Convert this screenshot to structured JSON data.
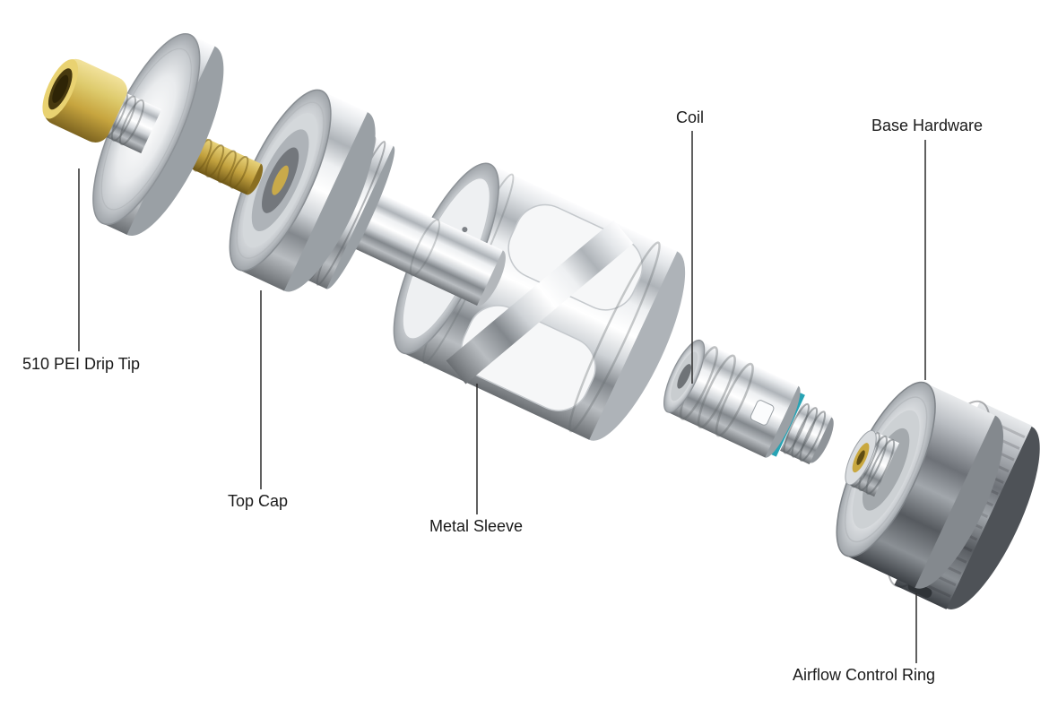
{
  "diagram": {
    "type": "exploded-view",
    "background": "#ffffff",
    "labels": [
      {
        "id": "drip-tip",
        "text": "510 PEI Drip Tip"
      },
      {
        "id": "top-cap",
        "text": "Top Cap"
      },
      {
        "id": "metal-sleeve",
        "text": "Metal Sleeve"
      },
      {
        "id": "coil",
        "text": "Coil"
      },
      {
        "id": "base-hardware",
        "text": "Base Hardware"
      },
      {
        "id": "airflow-control-ring",
        "text": "Airflow Control Ring"
      }
    ],
    "colors": {
      "label_text": "#1a1a1a",
      "leader_line": "#2b2b2b",
      "drip_tip_amber": "#d8ba55",
      "coil_seal_teal": "#27a3b4",
      "gold_pin": "#c9a83f",
      "chrome_highlight": "#ffffff",
      "chrome_shadow": "#6a6e72"
    }
  }
}
